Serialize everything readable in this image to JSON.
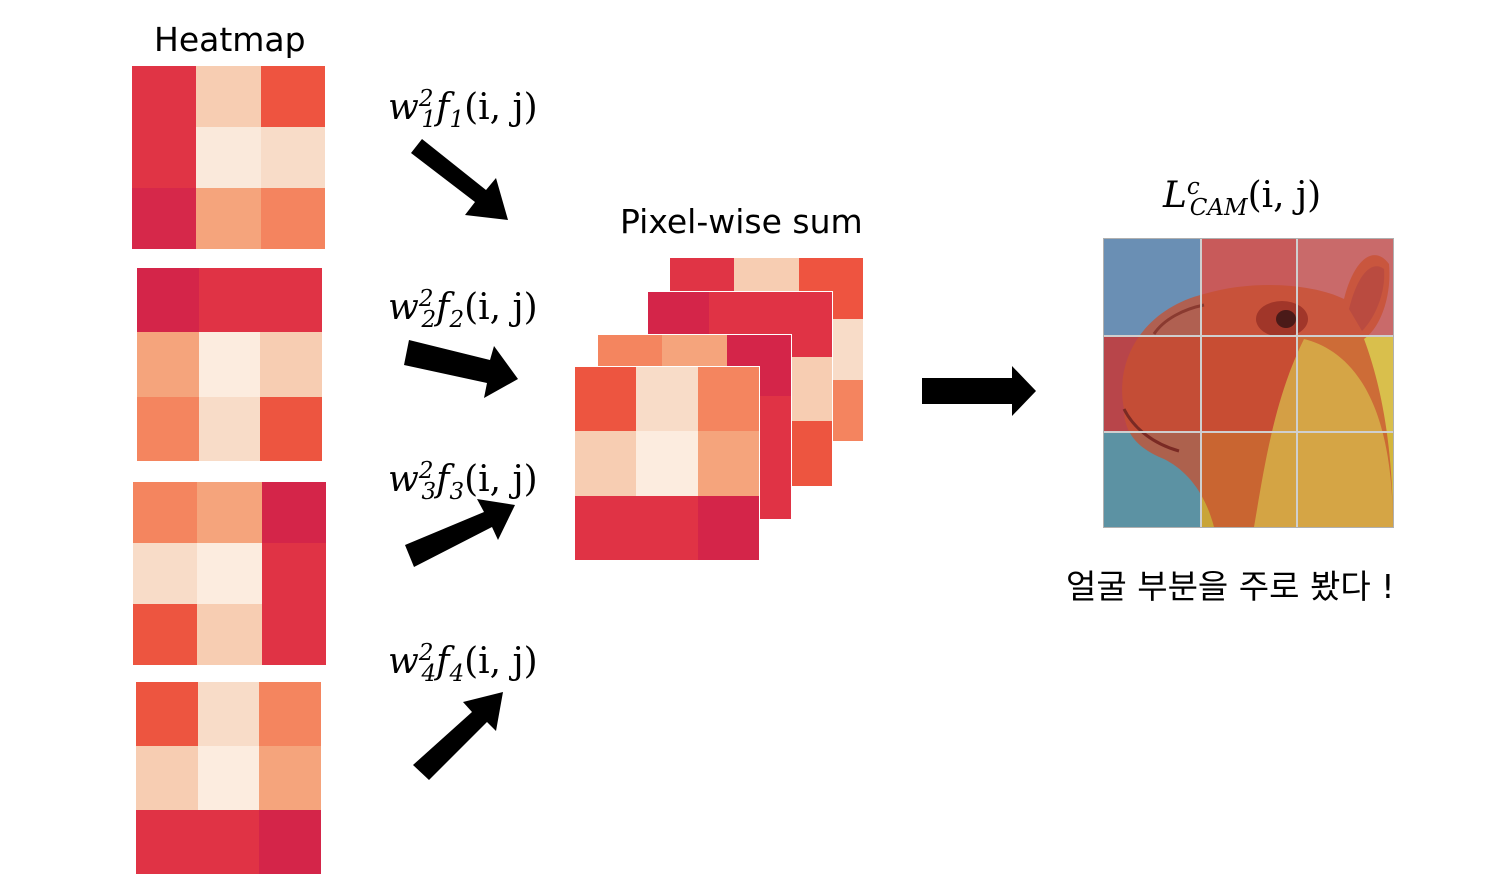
{
  "title": "Heatmap",
  "sum_label": "Pixel-wise sum",
  "cam_label": {
    "base": "L",
    "sup": "c",
    "sub": "CAM",
    "args": "(i, j)"
  },
  "caption": "얼굴 부분을 주로 봤다 !",
  "weight_labels": [
    {
      "w": "w",
      "sup": "2",
      "sub": "1",
      "f": "f",
      "fsub": "1",
      "args": "(i, j)"
    },
    {
      "w": "w",
      "sup": "2",
      "sub": "2",
      "f": "f",
      "fsub": "2",
      "args": "(i, j)"
    },
    {
      "w": "w",
      "sup": "2",
      "sub": "3",
      "f": "f",
      "fsub": "3",
      "args": "(i, j)"
    },
    {
      "w": "w",
      "sup": "2",
      "sub": "4",
      "f": "f",
      "fsub": "4",
      "args": "(i, j)"
    }
  ],
  "heatmaps": [
    [
      "#e03445",
      "#f7cdb2",
      "#ee5440",
      "#e03445",
      "#fae9db",
      "#f8dcc8",
      "#d6284a",
      "#f5a47c",
      "#f4845f"
    ],
    [
      "#d42549",
      "#e03345",
      "#e03345",
      "#f5a47c",
      "#fcecdf",
      "#f7cdb2",
      "#f4855f",
      "#f8dcc8",
      "#ed5540"
    ],
    [
      "#f4855f",
      "#f5a47c",
      "#d42549",
      "#f8dcc8",
      "#fcecdf",
      "#e03345",
      "#ed5540",
      "#f7cdb2",
      "#e03345"
    ],
    [
      "#ed5540",
      "#f8dcc8",
      "#f4855f",
      "#f7cdb2",
      "#fcecdf",
      "#f5a47c",
      "#e03345",
      "#e03345",
      "#d42549"
    ]
  ],
  "stack": [
    [
      "#e03445",
      "#f7cdb2",
      "#ee5440",
      "#e03445",
      "#fae9db",
      "#f8dcc8",
      "#d6284a",
      "#f5a47c",
      "#f4845f"
    ],
    [
      "#d42549",
      "#e03345",
      "#e03345",
      "#f5a47c",
      "#fcecdf",
      "#f7cdb2",
      "#f4855f",
      "#f8dcc8",
      "#ed5540"
    ],
    [
      "#f4855f",
      "#f5a47c",
      "#d42549",
      "#f8dcc8",
      "#fcecdf",
      "#e03345",
      "#ed5540",
      "#f7cdb2",
      "#e03345"
    ],
    [
      "#ed5540",
      "#f8dcc8",
      "#f4855f",
      "#f7cdb2",
      "#fcecdf",
      "#f5a47c",
      "#e03345",
      "#e03345",
      "#d42549"
    ]
  ],
  "cam_overlay": [
    "#5a86b0",
    "#c24a52",
    "#c85058",
    "#c03b3f",
    "#c8403a",
    "#d9c04a",
    "#4a8ea0",
    "#c9a233",
    "#d2b43a"
  ]
}
